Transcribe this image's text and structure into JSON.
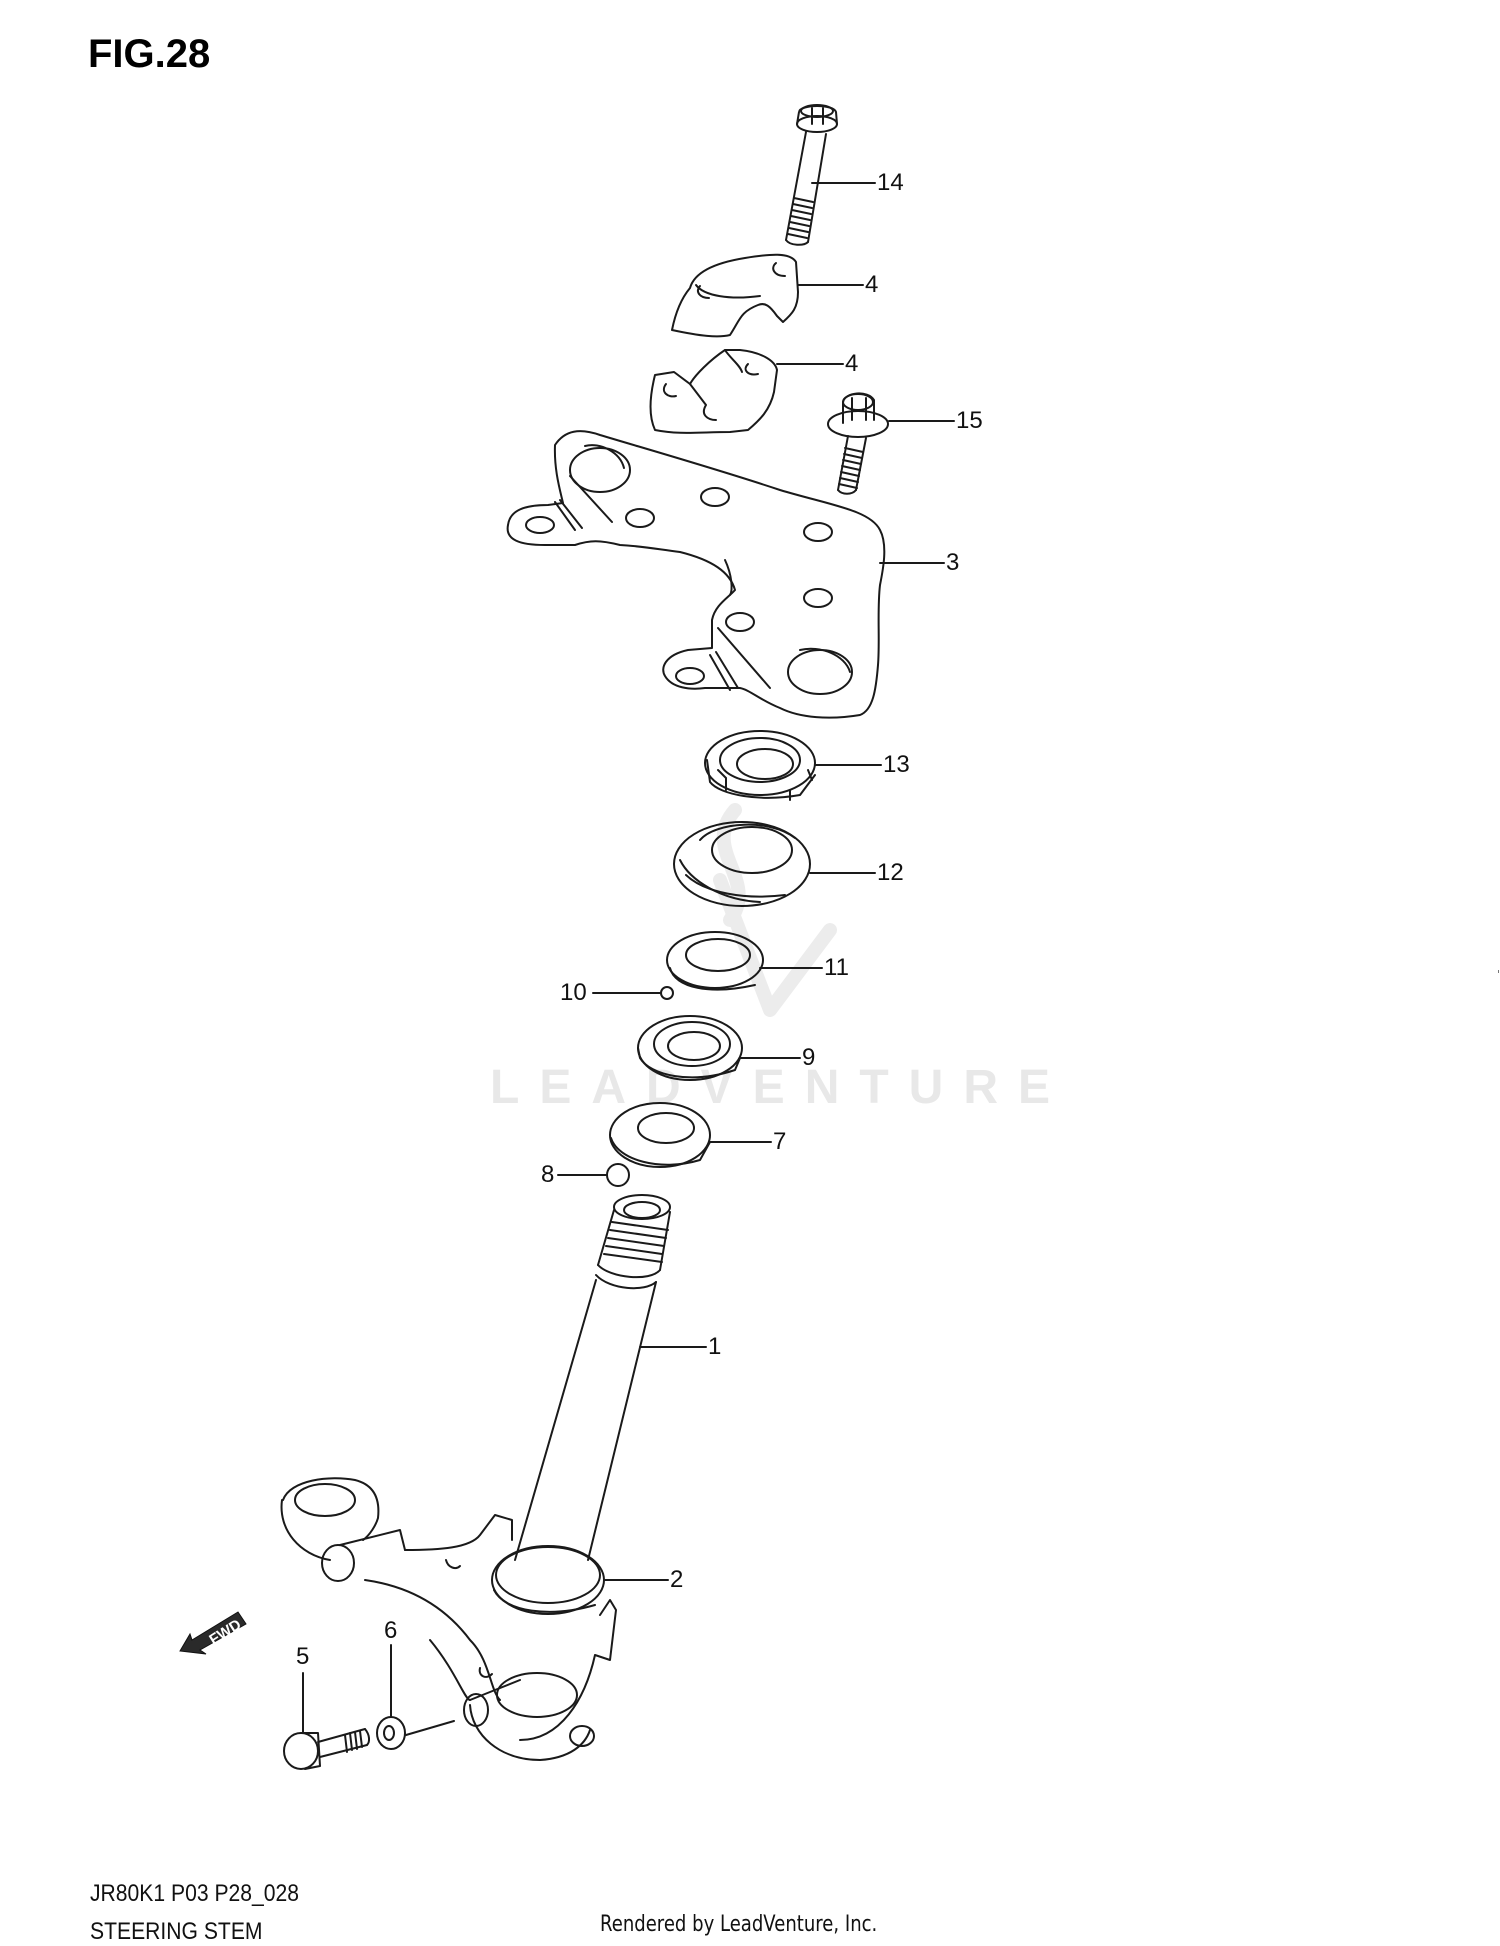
{
  "figure": {
    "title": "FIG.28",
    "code": "JR80K1 P03 P28_028",
    "name": "STEERING STEM",
    "credit": "Rendered by LeadVenture, Inc.",
    "watermark": "LEADVENTURE"
  },
  "fwd_indicator": {
    "label": "FWD",
    "icon": "arrow-down-left-icon"
  },
  "callouts": [
    {
      "number": "14",
      "part": "bolt-long"
    },
    {
      "number": "4",
      "part": "handlebar-clamp-upper"
    },
    {
      "number": "4",
      "part": "handlebar-clamp-lower"
    },
    {
      "number": "15",
      "part": "flange-bolt"
    },
    {
      "number": "3",
      "part": "upper-bracket"
    },
    {
      "number": "13",
      "part": "steering-stem-nut"
    },
    {
      "number": "12",
      "part": "dust-seal"
    },
    {
      "number": "11",
      "part": "upper-bearing-race"
    },
    {
      "number": "10",
      "part": "steel-ball-upper"
    },
    {
      "number": "9",
      "part": "bearing-cone"
    },
    {
      "number": "7",
      "part": "lower-bearing-race"
    },
    {
      "number": "8",
      "part": "steel-ball-lower"
    },
    {
      "number": "1",
      "part": "steering-stem-shaft"
    },
    {
      "number": "2",
      "part": "lower-cone-seal"
    },
    {
      "number": "5",
      "part": "pinch-bolt"
    },
    {
      "number": "6",
      "part": "washer"
    }
  ],
  "colors": {
    "line": "#1a1a1a",
    "watermark": "#e8e8e8",
    "background": "#ffffff"
  }
}
